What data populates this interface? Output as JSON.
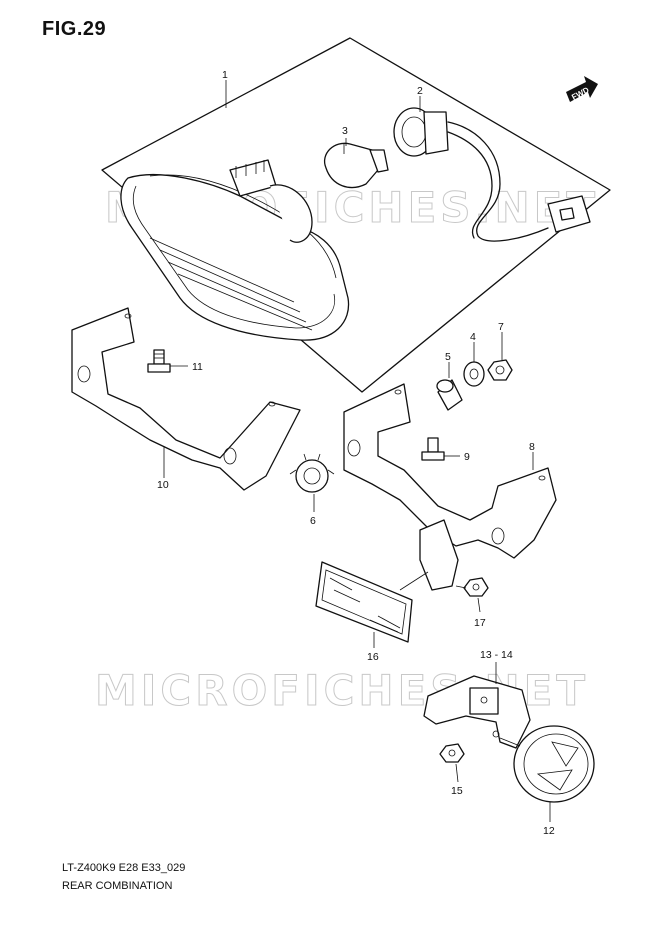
{
  "figure": {
    "title": "FIG.29",
    "model_code": "LT-Z400K9 E28 E33_029",
    "caption": "REAR COMBINATION",
    "watermark": "MICROFICHES.NET",
    "fwd_label": "FWD"
  },
  "callouts": [
    {
      "id": "1",
      "label": "1"
    },
    {
      "id": "2",
      "label": "2"
    },
    {
      "id": "3",
      "label": "3"
    },
    {
      "id": "4",
      "label": "4"
    },
    {
      "id": "5",
      "label": "5"
    },
    {
      "id": "6",
      "label": "6"
    },
    {
      "id": "7",
      "label": "7"
    },
    {
      "id": "8",
      "label": "8"
    },
    {
      "id": "9",
      "label": "9"
    },
    {
      "id": "10",
      "label": "10"
    },
    {
      "id": "11",
      "label": "11"
    },
    {
      "id": "12",
      "label": "12"
    },
    {
      "id": "13-14",
      "label": "13 - 14"
    },
    {
      "id": "15",
      "label": "15"
    },
    {
      "id": "16",
      "label": "16"
    },
    {
      "id": "17",
      "label": "17"
    }
  ]
}
